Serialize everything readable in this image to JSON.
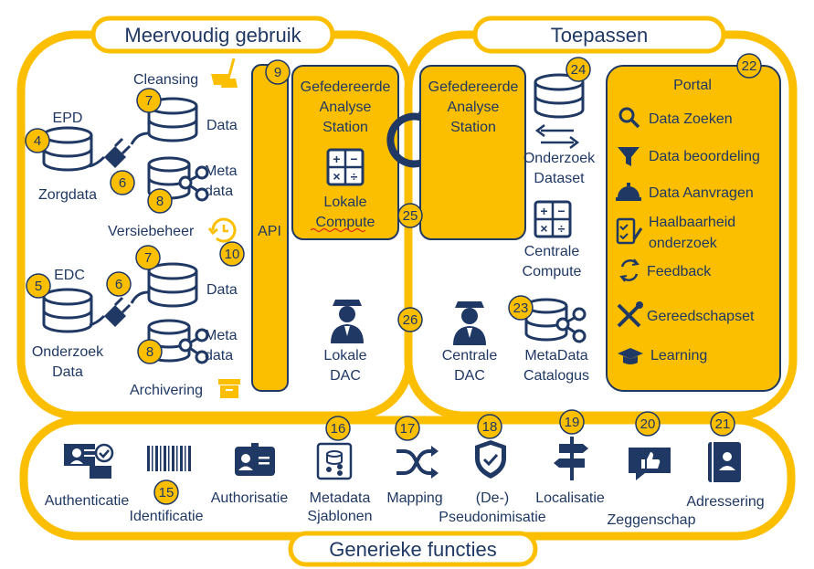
{
  "panels": {
    "multi_use_title": "Meervoudig gebruik",
    "apply_title": "Toepassen",
    "generic_title": "Generieke functies"
  },
  "left": {
    "cleansing": "Cleansing",
    "data_a": "Data",
    "data_b": "Data",
    "meta_a": [
      "Meta",
      "data"
    ],
    "meta_b": [
      "Meta",
      "data"
    ],
    "epd": "EPD",
    "zorgdata": "Zorgdata",
    "edc": "EDC",
    "onderzoek_data": [
      "Onderzoek",
      "Data"
    ],
    "versiebeheer": "Versiebeheer",
    "archivering": "Archivering",
    "api": "API",
    "station_local": [
      "Gefedereerde",
      "Analyse",
      "Station"
    ],
    "lokale_compute": [
      "Lokale",
      "Compute"
    ],
    "lokale_dac": [
      "Lokale",
      "DAC"
    ]
  },
  "right": {
    "station_central": [
      "Gefedereerde",
      "Analyse",
      "Station"
    ],
    "onderzoek_dataset": [
      "Onderzoek",
      "Dataset"
    ],
    "centrale_compute": [
      "Centrale",
      "Compute"
    ],
    "centrale_dac": [
      "Centrale",
      "DAC"
    ],
    "metadata_catalogus": [
      "MetaData",
      "Catalogus"
    ],
    "portal_title": "Portal",
    "portal_items": [
      "Data Zoeken",
      "Data beoordeling",
      "Data Aanvragen",
      "Haalbaarheid",
      "onderzoek",
      "Feedback",
      "Gereedschapset",
      "Learning"
    ]
  },
  "generic": {
    "authenticatie": "Authenticatie",
    "identificatie": "Identificatie",
    "authorisatie": "Authorisatie",
    "metadata_sjablonen": [
      "Metadata",
      "Sjablonen"
    ],
    "mapping": "Mapping",
    "pseudo": [
      "(De-)",
      "Pseudonimisatie"
    ],
    "localisatie": "Localisatie",
    "zeggenschap": "Zeggenschap",
    "adressering": "Adressering"
  },
  "badges": {
    "b4": "4",
    "b5": "5",
    "b6a": "6",
    "b6b": "6",
    "b7a": "7",
    "b7b": "7",
    "b8a": "8",
    "b8b": "8",
    "b9": "9",
    "b10": "10",
    "b15": "15",
    "b16": "16",
    "b17": "17",
    "b18": "18",
    "b19": "19",
    "b20": "20",
    "b21": "21",
    "b22": "22",
    "b23": "23",
    "b24": "24",
    "b25": "25",
    "b26": "26"
  },
  "colors": {
    "gold": "#fbbf00",
    "navy": "#1f3864",
    "white": "#ffffff"
  }
}
